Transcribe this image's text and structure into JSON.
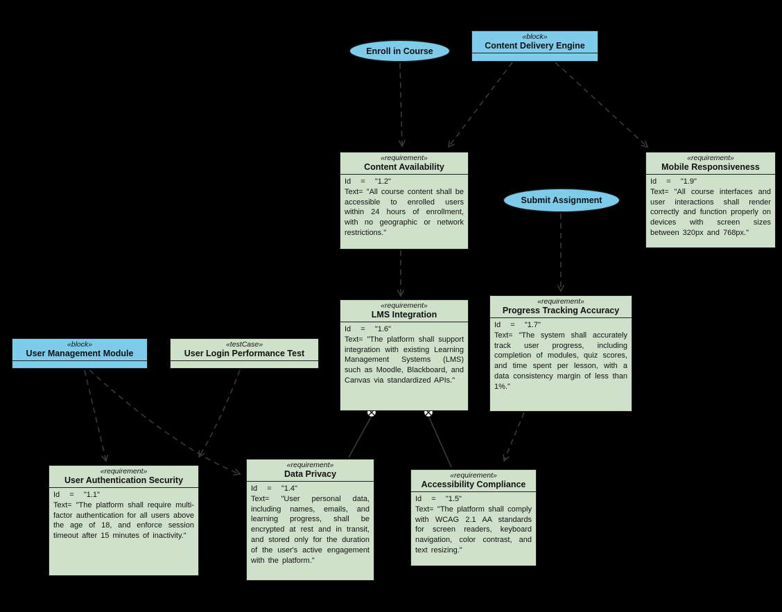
{
  "diagram": {
    "kind": "SysML requirements diagram",
    "colors": {
      "background": "#000000",
      "block_fill": "#7FCBEA",
      "requirement_fill": "#CFE1CB",
      "edge_stroke": "#3A3A3A",
      "text": "#111111"
    }
  },
  "nodes": {
    "enroll_in_course": {
      "label": "Enroll in Course"
    },
    "submit_assignment": {
      "label": "Submit Assignment"
    },
    "content_delivery_engine": {
      "stereotype": "«block»",
      "name": "Content Delivery Engine"
    },
    "user_management_module": {
      "stereotype": "«block»",
      "name": "User Management Module"
    },
    "user_login_performance_test": {
      "stereotype": "«testCase»",
      "name": "User Login Performance Test"
    },
    "content_availability": {
      "stereotype": "«requirement»",
      "name": "Content Availability",
      "id_line": "Id  =  \"1.2\"",
      "text_line": "Text=  \"All course content shall be accessible to enrolled users within 24 hours of enrollment,  with no geographic  or network restrictions.\""
    },
    "mobile_responsiveness": {
      "stereotype": "«requirement»",
      "name": "Mobile Responsiveness",
      "id_line": "Id  =  \"1.9\"",
      "text_line": "Text=  \"All course interfaces and user interactions shall render correctly and function properly on devices with screen sizes between 320px and 768px.\""
    },
    "lms_integration": {
      "stereotype": "«requirement»",
      "name": "LMS Integration",
      "id_line": "Id  =  \"1.6\"",
      "text_line": "Text=  \"The platform shall support integration with existing Learning Management Systems (LMS) such as Moodle, Blackboard, and Canvas via standardized APIs.\""
    },
    "progress_tracking_accuracy": {
      "stereotype": "«requirement»",
      "name": "Progress Tracking Accuracy",
      "id_line": "Id  =  \"1.7\"",
      "text_line": "Text=  \"The system shall accurately track user progress, including completion of modules, quiz scores, and time spent per lesson, with a data consistency margin of less than 1%.\""
    },
    "user_authentication_security": {
      "stereotype": "«requirement»",
      "name": "User Authentication Security",
      "id_line": "Id  =  \"1.1\"",
      "text_line": "Text=  \"The platform shall require multi-factor authentication for all users above the age of 18, and enforce session timeout after 15 minutes of inactivity.\""
    },
    "data_privacy": {
      "stereotype": "«requirement»",
      "name": "Data Privacy",
      "id_line": "Id  =  \"1.4\"",
      "text_line": "Text=  \"User personal data, including names, emails, and learning progress, shall be encrypted at rest and in transit, and stored only for the duration of the user's active engagement with the platform.\""
    },
    "accessibility_compliance": {
      "stereotype": "«requirement»",
      "name": "Accessibility Compliance",
      "id_line": "Id  =  \"1.5\"",
      "text_line": "Text=  \"The platform shall comply with WCAG 2.1 AA standards for screen readers, keyboard navigation, color contrast, and text resizing.\""
    }
  },
  "edges": [
    {
      "from": "Enroll in Course",
      "to": "Content Availability",
      "style": "dashed-open-arrow"
    },
    {
      "from": "Content Delivery Engine",
      "to": "Content Availability",
      "style": "dashed-open-arrow"
    },
    {
      "from": "Content Delivery Engine",
      "to": "Mobile Responsiveness",
      "style": "dashed-open-arrow"
    },
    {
      "from": "Content Availability",
      "to": "LMS Integration",
      "style": "dashed-open-arrow"
    },
    {
      "from": "Submit Assignment",
      "to": "Progress Tracking Accuracy",
      "style": "dashed-open-arrow"
    },
    {
      "from": "User Management Module",
      "to": "User Authentication Security",
      "style": "dashed-open-arrow"
    },
    {
      "from": "User Management Module",
      "to": "Data Privacy",
      "style": "dashed-open-arrow"
    },
    {
      "from": "User Login Performance Test",
      "to": "User Authentication Security",
      "style": "dashed-open-arrow"
    },
    {
      "from": "Progress Tracking Accuracy",
      "to": "Accessibility Compliance",
      "style": "dashed-open-arrow"
    },
    {
      "from": "LMS Integration",
      "to": "Data Privacy",
      "style": "solid-crosshair-circle"
    },
    {
      "from": "LMS Integration",
      "to": "Accessibility Compliance",
      "style": "solid-crosshair-circle"
    }
  ]
}
